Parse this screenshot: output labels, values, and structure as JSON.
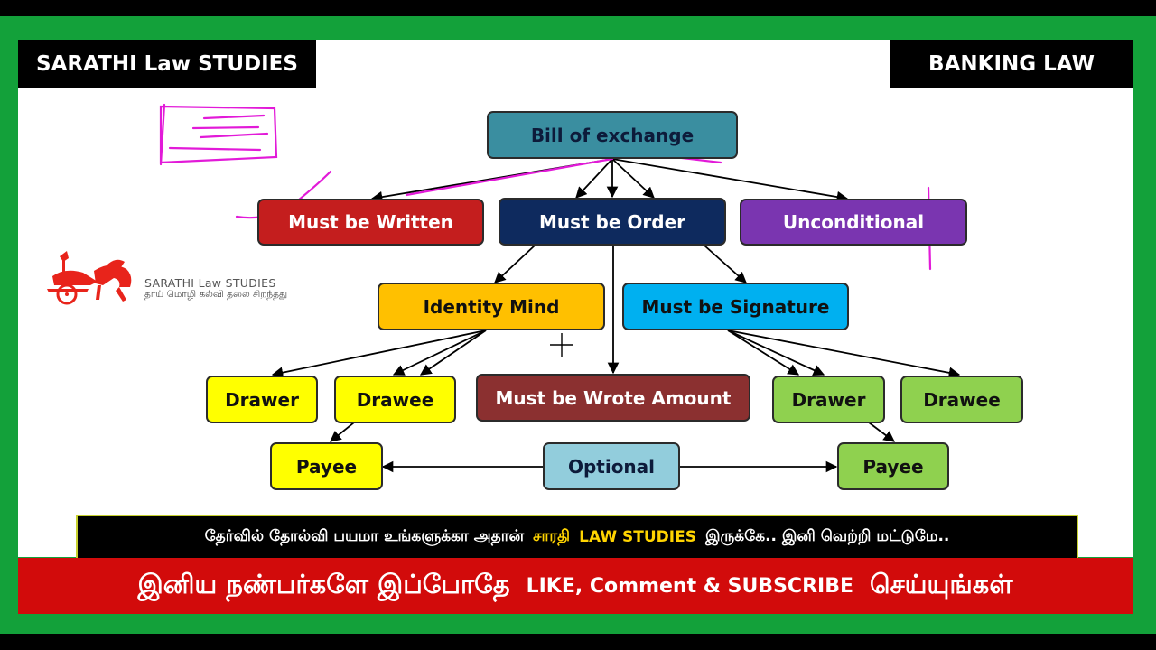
{
  "header": {
    "brand": "SARATHI Law STUDIES",
    "subject": "BANKING LAW"
  },
  "logo": {
    "name": "SARATHI Law STUDIES",
    "tagline": "தாய் மொழி கல்வி தலை சிறந்தது"
  },
  "diagram": {
    "nodes": {
      "bill": "Bill of exchange",
      "written": "Must be Written",
      "order": "Must be Order",
      "unconditional": "Unconditional",
      "identity": "Identity Mind",
      "signature": "Must be Signature",
      "drawer_left": "Drawer",
      "drawee_left": "Drawee",
      "amount": "Must be Wrote Amount",
      "drawer_right": "Drawer",
      "drawee_right": "Drawee",
      "payee_left": "Payee",
      "optional": "Optional",
      "payee_right": "Payee"
    }
  },
  "banner": {
    "part1": "தேர்வில் தோல்வி பயமா உங்களுக்கா அதான்",
    "part2": "சாரதி",
    "part3": "LAW STUDIES",
    "part4": "இருக்கே.. இனி வெற்றி மட்டுமே.."
  },
  "footer": {
    "part1": "இனிய நண்பர்களே இப்போதே",
    "part2": "LIKE, Comment & SUBSCRIBE",
    "part3": "செய்யுங்கள்"
  },
  "colors": {
    "frame": "#13a13a",
    "bill": "#3a8ea0",
    "written": "#c41e1e",
    "order": "#0e2a5e",
    "unconditional": "#7a35b0",
    "identity": "#ffc000",
    "signature": "#00b0f0",
    "yellow": "#ffff00",
    "green": "#8fd14f",
    "amount": "#8b3030",
    "optional": "#92cddc",
    "footer": "#d20b0b",
    "annotation": "#e21ad8"
  }
}
